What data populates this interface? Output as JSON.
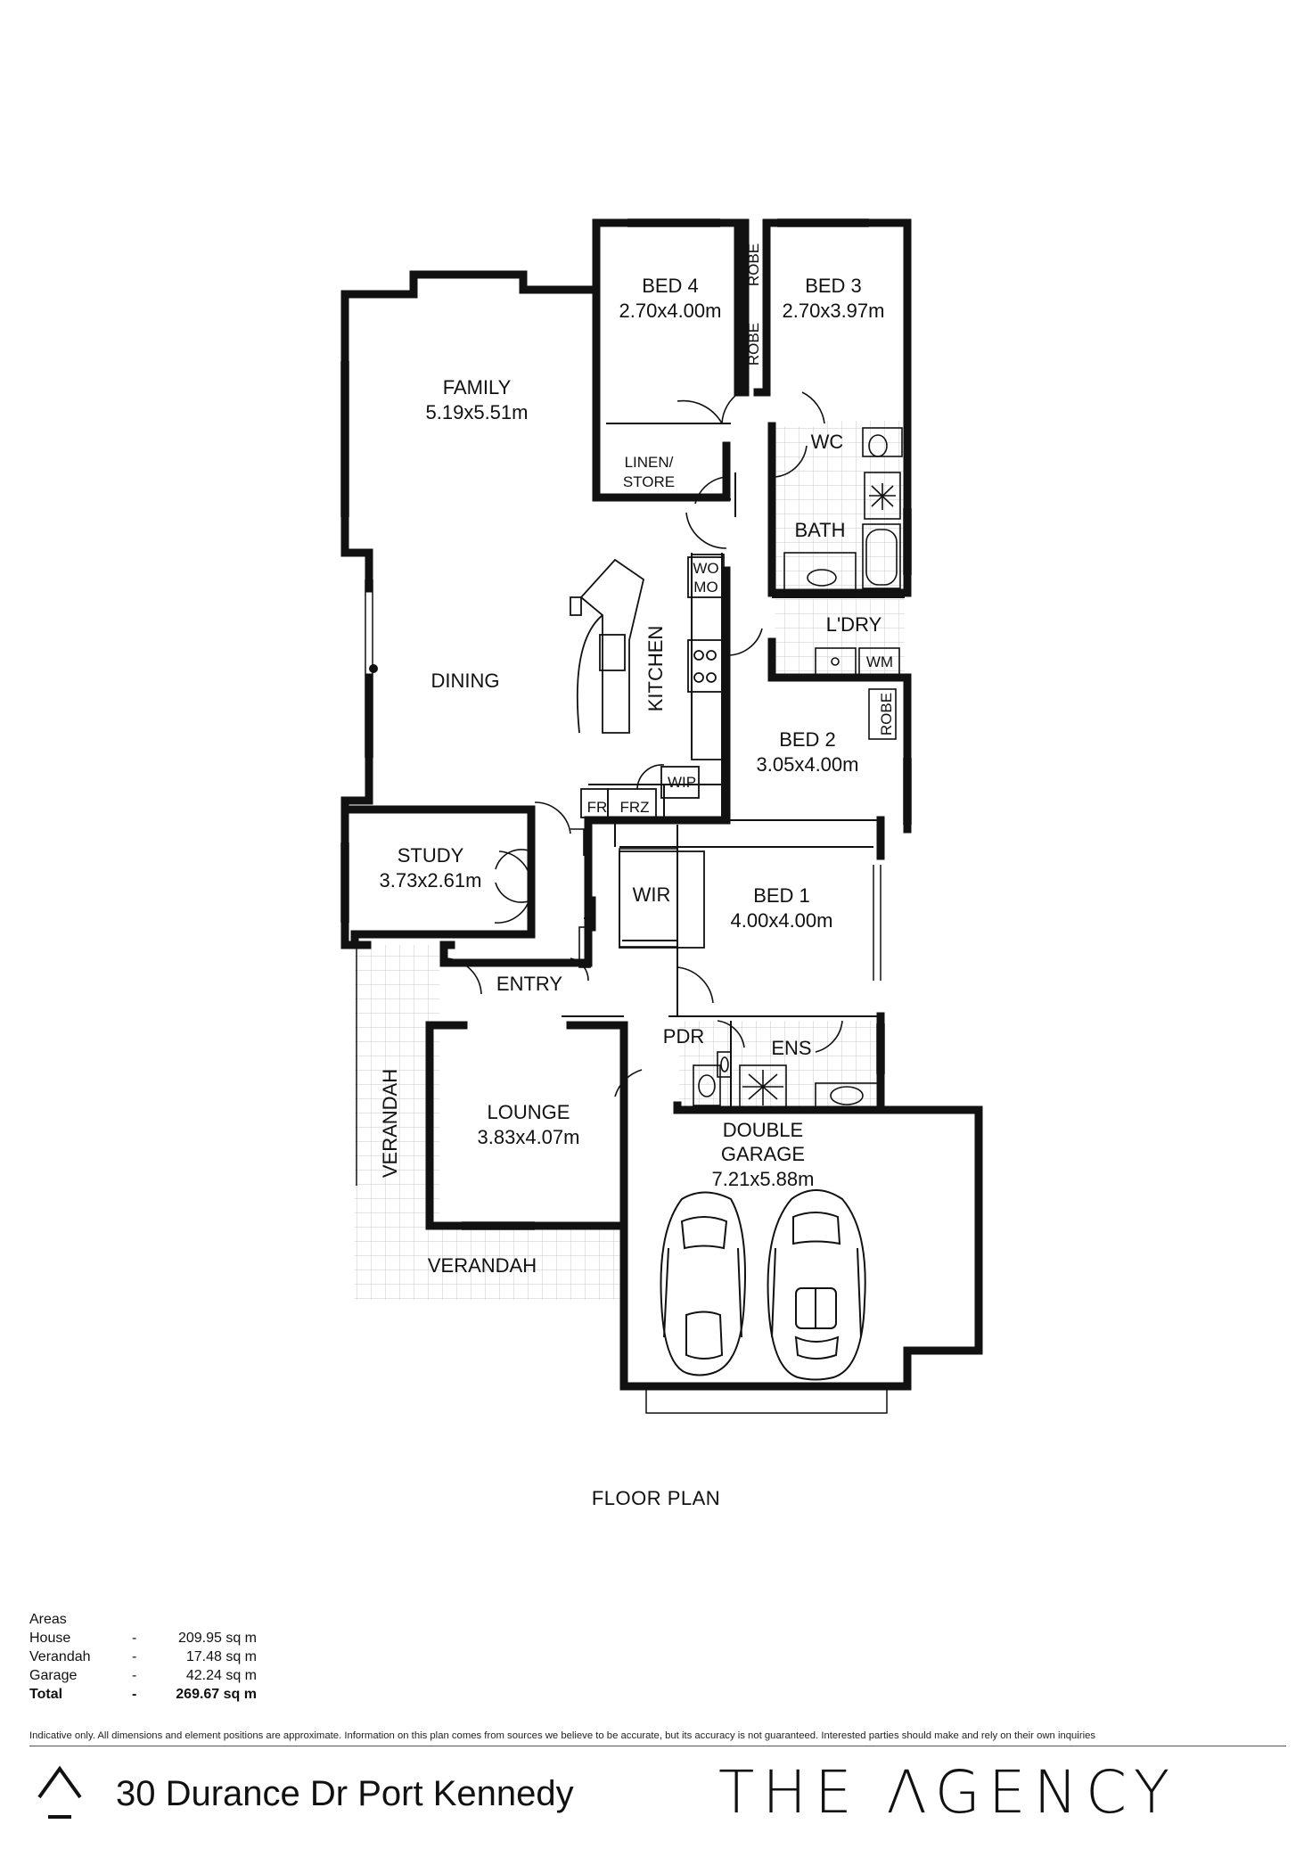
{
  "plan": {
    "title": "FLOOR PLAN",
    "rooms": [
      {
        "id": "family",
        "name": "FAMILY",
        "dims": "5.19x5.51m"
      },
      {
        "id": "dining",
        "name": "DINING",
        "dims": ""
      },
      {
        "id": "kitchen",
        "name": "KITCHEN",
        "dims": ""
      },
      {
        "id": "bed4",
        "name": "BED 4",
        "dims": "2.70x4.00m"
      },
      {
        "id": "bed3",
        "name": "BED 3",
        "dims": "2.70x3.97m"
      },
      {
        "id": "bed2",
        "name": "BED 2",
        "dims": "3.05x4.00m"
      },
      {
        "id": "bed1",
        "name": "BED 1",
        "dims": "4.00x4.00m"
      },
      {
        "id": "study",
        "name": "STUDY",
        "dims": "3.73x2.61m"
      },
      {
        "id": "lounge",
        "name": "LOUNGE",
        "dims": "3.83x4.07m"
      },
      {
        "id": "garage",
        "name": "DOUBLE GARAGE",
        "line1": "DOUBLE",
        "line2": "GARAGE",
        "dims": "7.21x5.88m"
      }
    ],
    "small_labels": {
      "robe": "ROBE",
      "linen_line1": "LINEN/",
      "linen_line2": "STORE",
      "wc": "WC",
      "bath": "BATH",
      "laundry": "L'DRY",
      "wm": "WM",
      "wo": "WO",
      "mo": "MO",
      "wip": "WIP",
      "fr": "FR",
      "frz": "FRZ",
      "wir": "WIR",
      "entry": "ENTRY",
      "pdr": "PDR",
      "ens": "ENS",
      "verandah": "VERANDAH"
    }
  },
  "areas": {
    "heading": "Areas",
    "rows": [
      {
        "name": "House",
        "sep": "-",
        "value": "209.95 sq m"
      },
      {
        "name": "Verandah",
        "sep": "-",
        "value": "17.48 sq m"
      },
      {
        "name": "Garage",
        "sep": "-",
        "value": "42.24 sq m"
      }
    ],
    "total": {
      "name": "Total",
      "sep": "-",
      "value": "269.67 sq m"
    }
  },
  "disclaimer": "Indicative only. All dimensions and element positions are approximate. Information on this plan comes from sources we believe to be accurate, but its accuracy is not guaranteed. Interested parties should make and rely on their own inquiries",
  "footer": {
    "address": "30 Durance Dr Port Kennedy",
    "brand": "THE ΛGENCY",
    "colors": {
      "ink": "#111111",
      "tile": "#cfcfcf"
    }
  }
}
